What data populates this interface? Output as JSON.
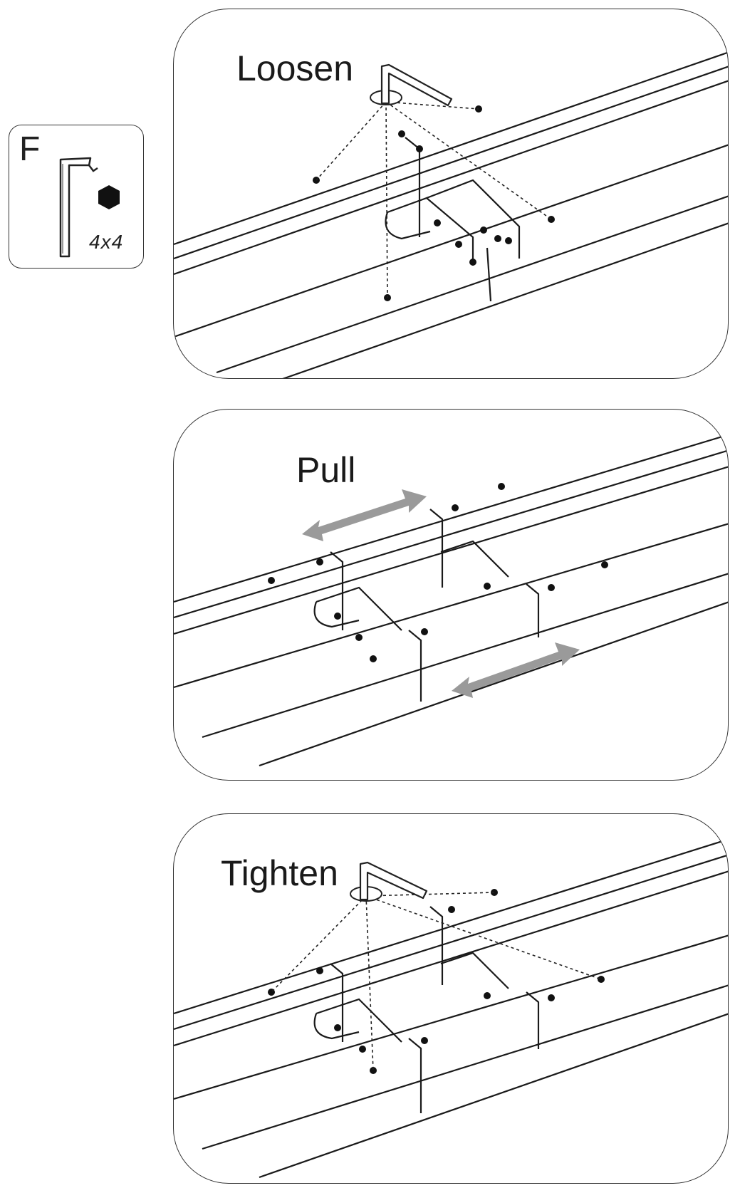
{
  "tool": {
    "letter": "F",
    "size": "4x4",
    "icon": "allen-key-icon",
    "bolt_icon": "hex-bolt-icon"
  },
  "steps": [
    {
      "label": "Loosen",
      "icon": "allen-key-icon"
    },
    {
      "label": "Pull",
      "icon": "double-arrow-icon"
    },
    {
      "label": "Tighten",
      "icon": "allen-key-icon"
    }
  ],
  "colors": {
    "line": "#1a1a1a",
    "arrow": "#9a9a9a",
    "bolt": "#111111"
  }
}
